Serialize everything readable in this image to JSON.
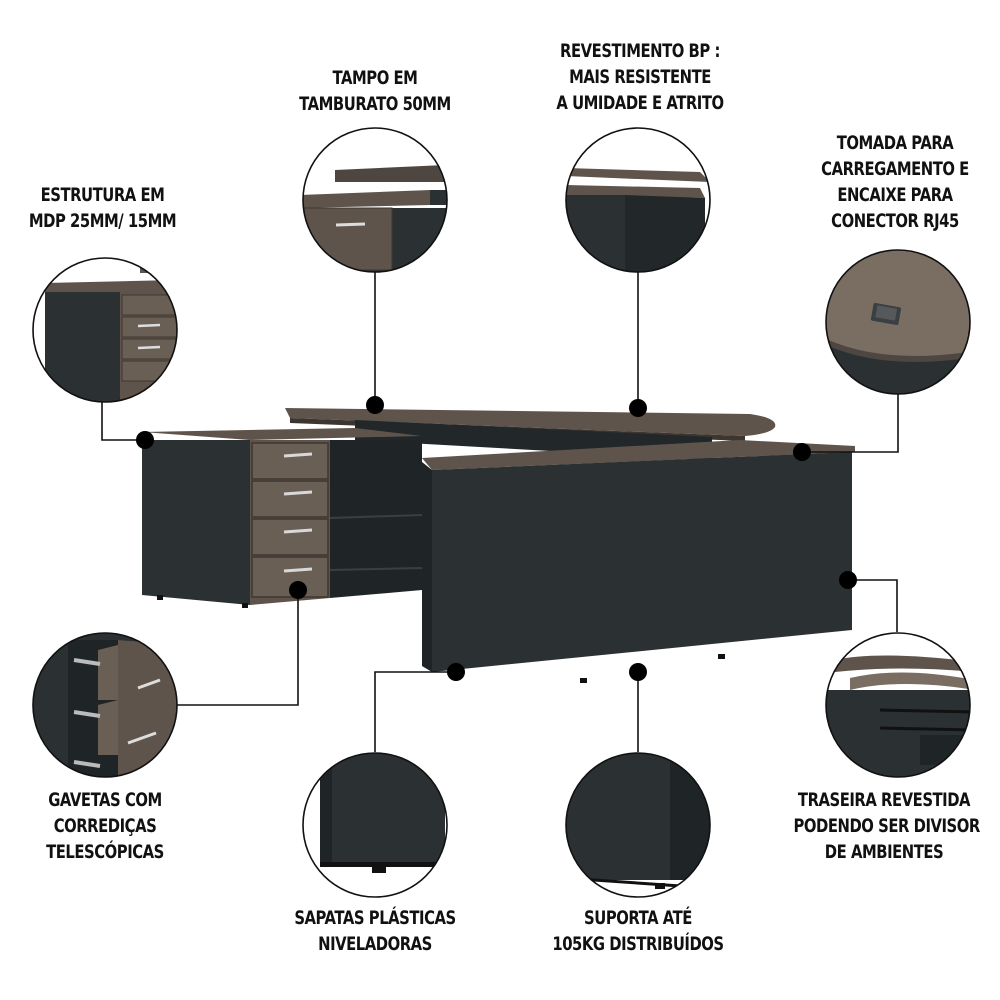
{
  "callouts": {
    "tampo": [
      "TAMPO EM",
      "TAMBURATO 50MM"
    ],
    "revestimento": [
      "REVESTIMENTO BP :",
      "MAIS RESISTENTE",
      "A UMIDADE E ATRITO"
    ],
    "estrutura": [
      "ESTRUTURA EM",
      "MDP 25MM/ 15MM"
    ],
    "tomada": [
      "TOMADA PARA",
      "CARREGAMENTO E",
      "ENCAIXE PARA",
      "CONECTOR RJ45"
    ],
    "gavetas": [
      "GAVETAS COM",
      "CORREDIÇAS",
      "TELESCÓPICAS"
    ],
    "sapatas": [
      "SAPATAS PLÁSTICAS",
      "NIVELADORAS"
    ],
    "suporta": [
      "SUPORTA ATÉ",
      "105KG DISTRIBUÍDOS"
    ],
    "traseira": [
      "TRASEIRA REVESTIDA",
      "PODENDO SER DIVISOR",
      "DE AMBIENTES"
    ]
  },
  "colors": {
    "body": "#2b3032",
    "body_dark": "#1f2426",
    "wood": "#5e544b",
    "wood_light": "#7a6e63",
    "line": "#111111"
  }
}
